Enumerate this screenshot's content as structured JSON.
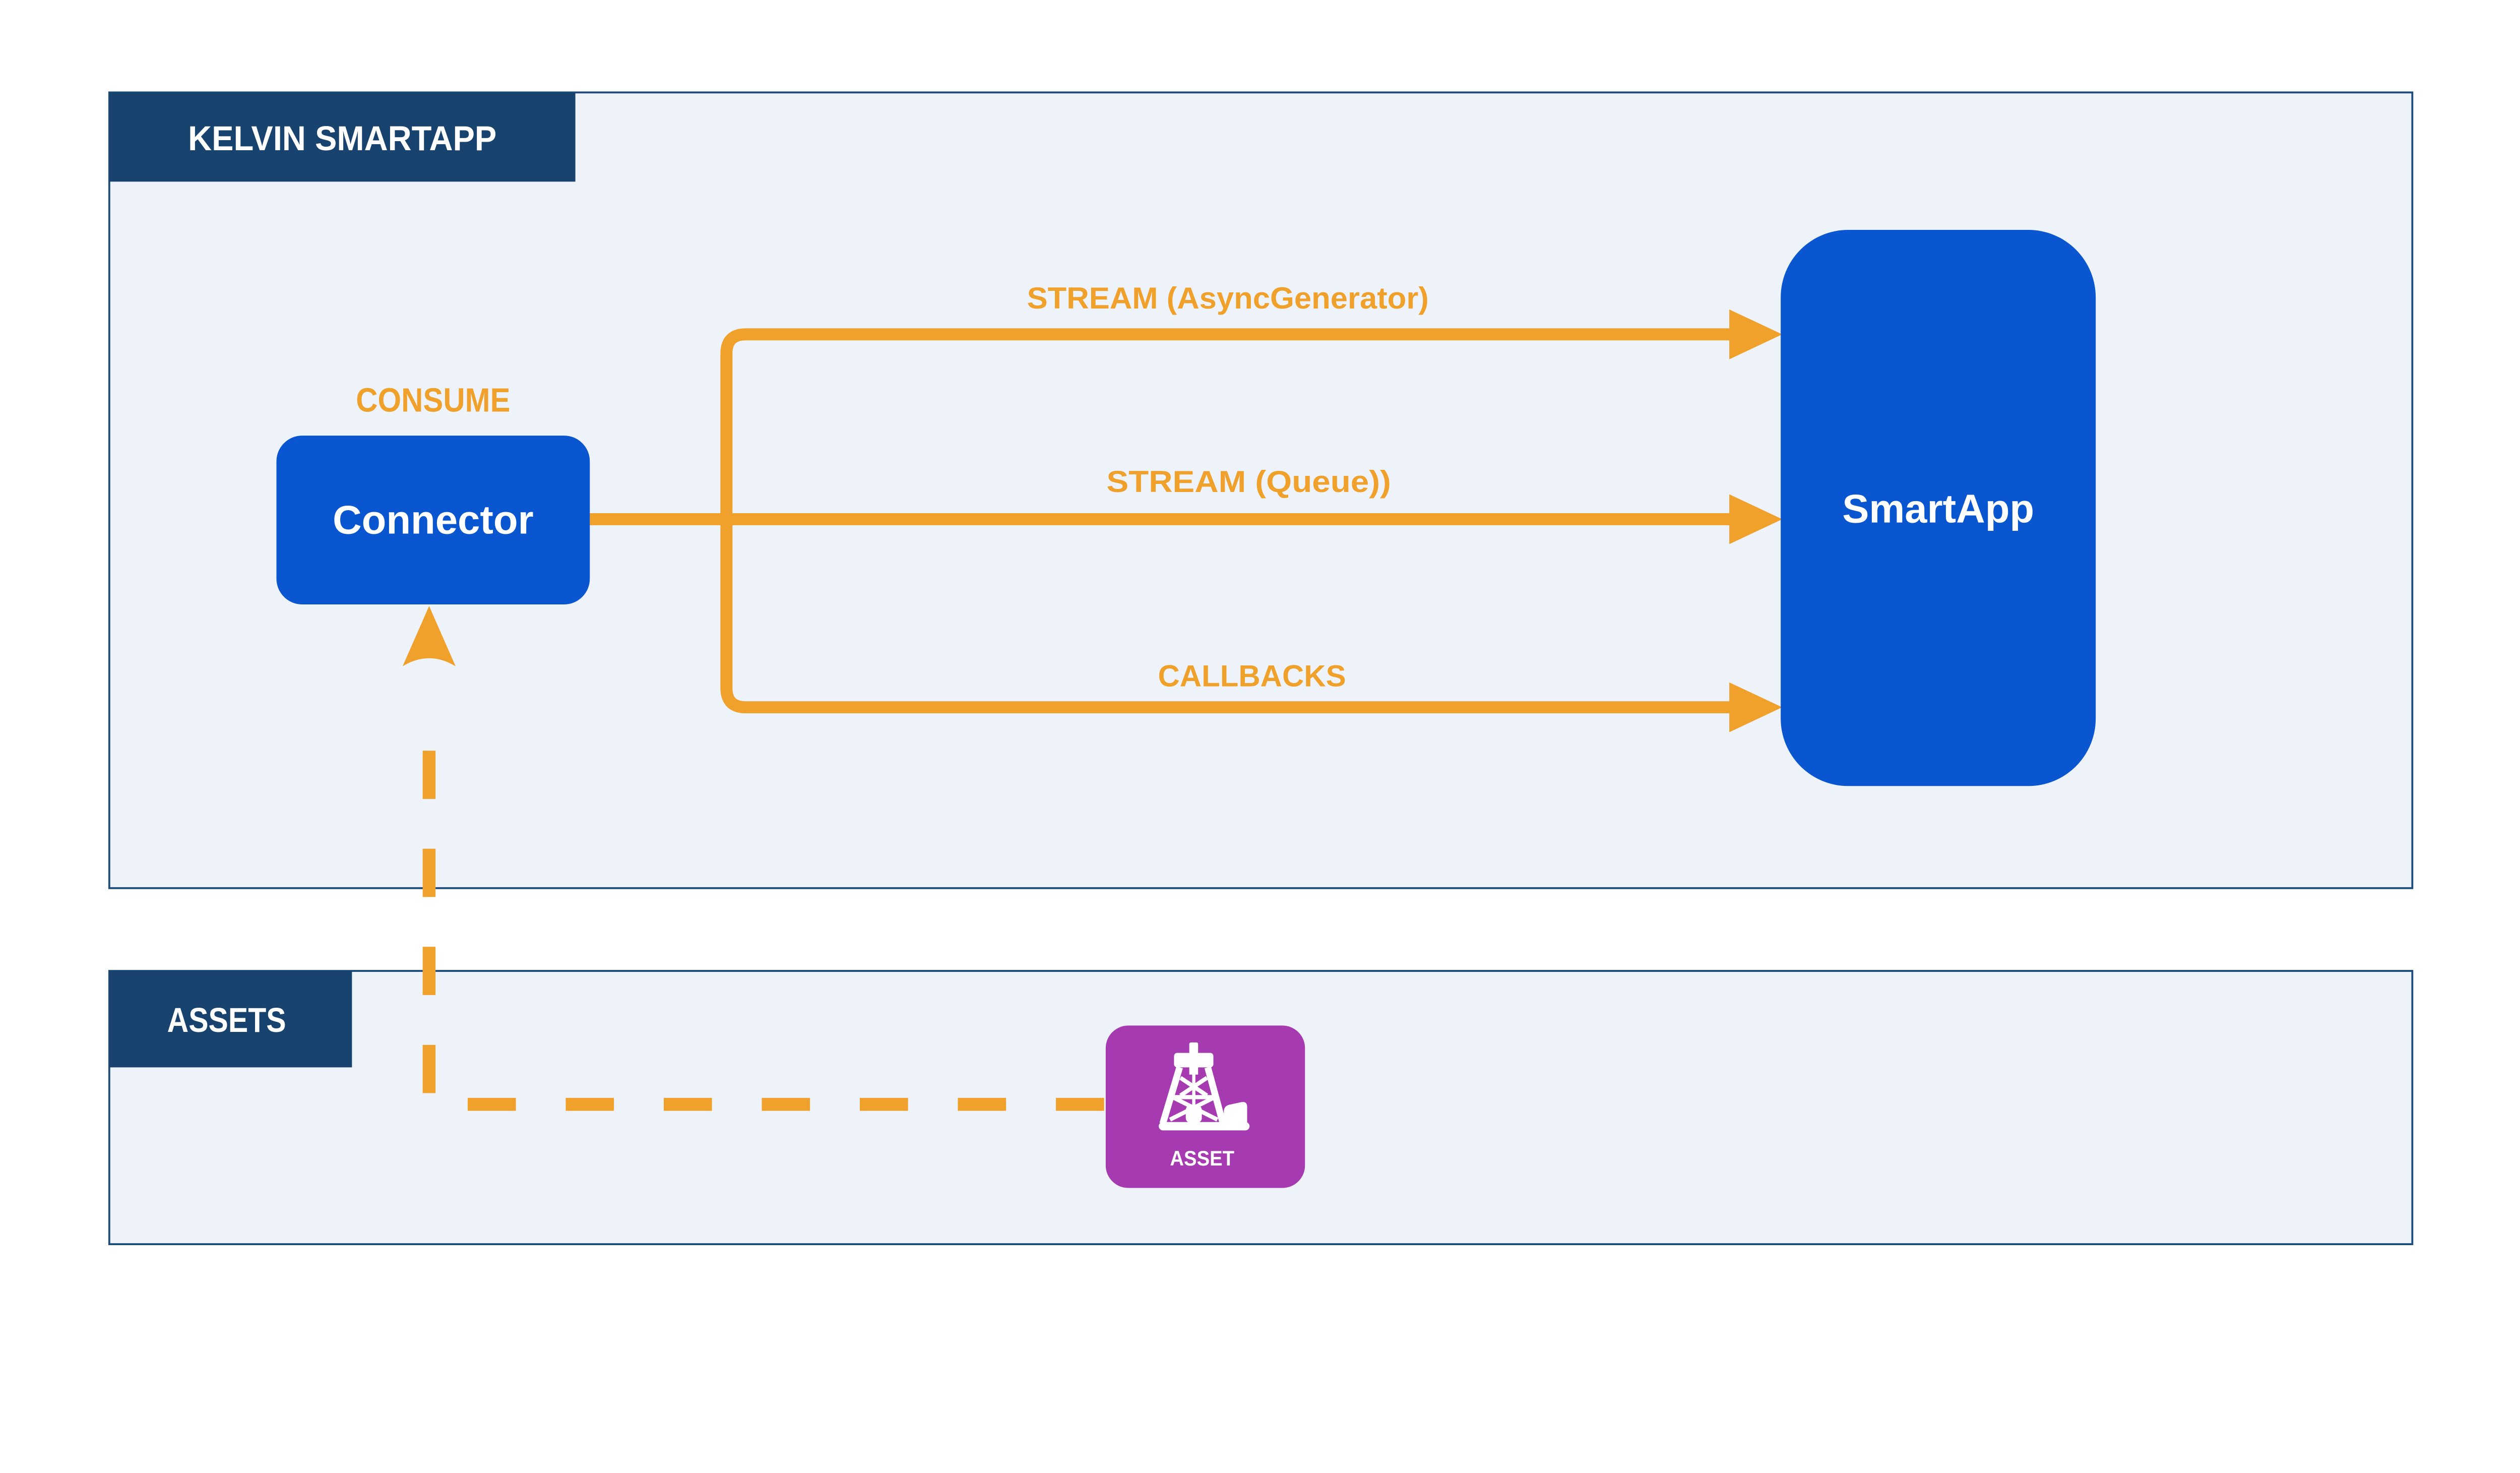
{
  "colors": {
    "white": "#FFFFFF",
    "navy": "#19436F",
    "panel_fill": "#EEF3F9",
    "panel_border": "#1D4B7B",
    "blue": "#0A56D0",
    "orange": "#F0A12C",
    "purple": "#A63AB0"
  },
  "panels": {
    "smartapp": {
      "label": "KELVIN SMARTAPP"
    },
    "assets": {
      "label": "ASSETS"
    }
  },
  "nodes": {
    "connector": {
      "label": "Connector"
    },
    "smartapp": {
      "label": "SmartApp"
    },
    "asset": {
      "label": "ASSET",
      "icon": "oil-derrick-icon"
    }
  },
  "edges": {
    "consume": {
      "label": "CONSUME",
      "style": "solid-orange"
    },
    "stream_async": {
      "label": "STREAM (AsyncGenerator)",
      "style": "solid-orange-arrow"
    },
    "stream_queue": {
      "label": "STREAM (Queue))",
      "style": "solid-orange-arrow"
    },
    "callbacks": {
      "label": "CALLBACKS",
      "style": "solid-orange-arrow"
    },
    "asset_to_connector": {
      "label": "",
      "style": "dashed-orange-arrow"
    }
  }
}
